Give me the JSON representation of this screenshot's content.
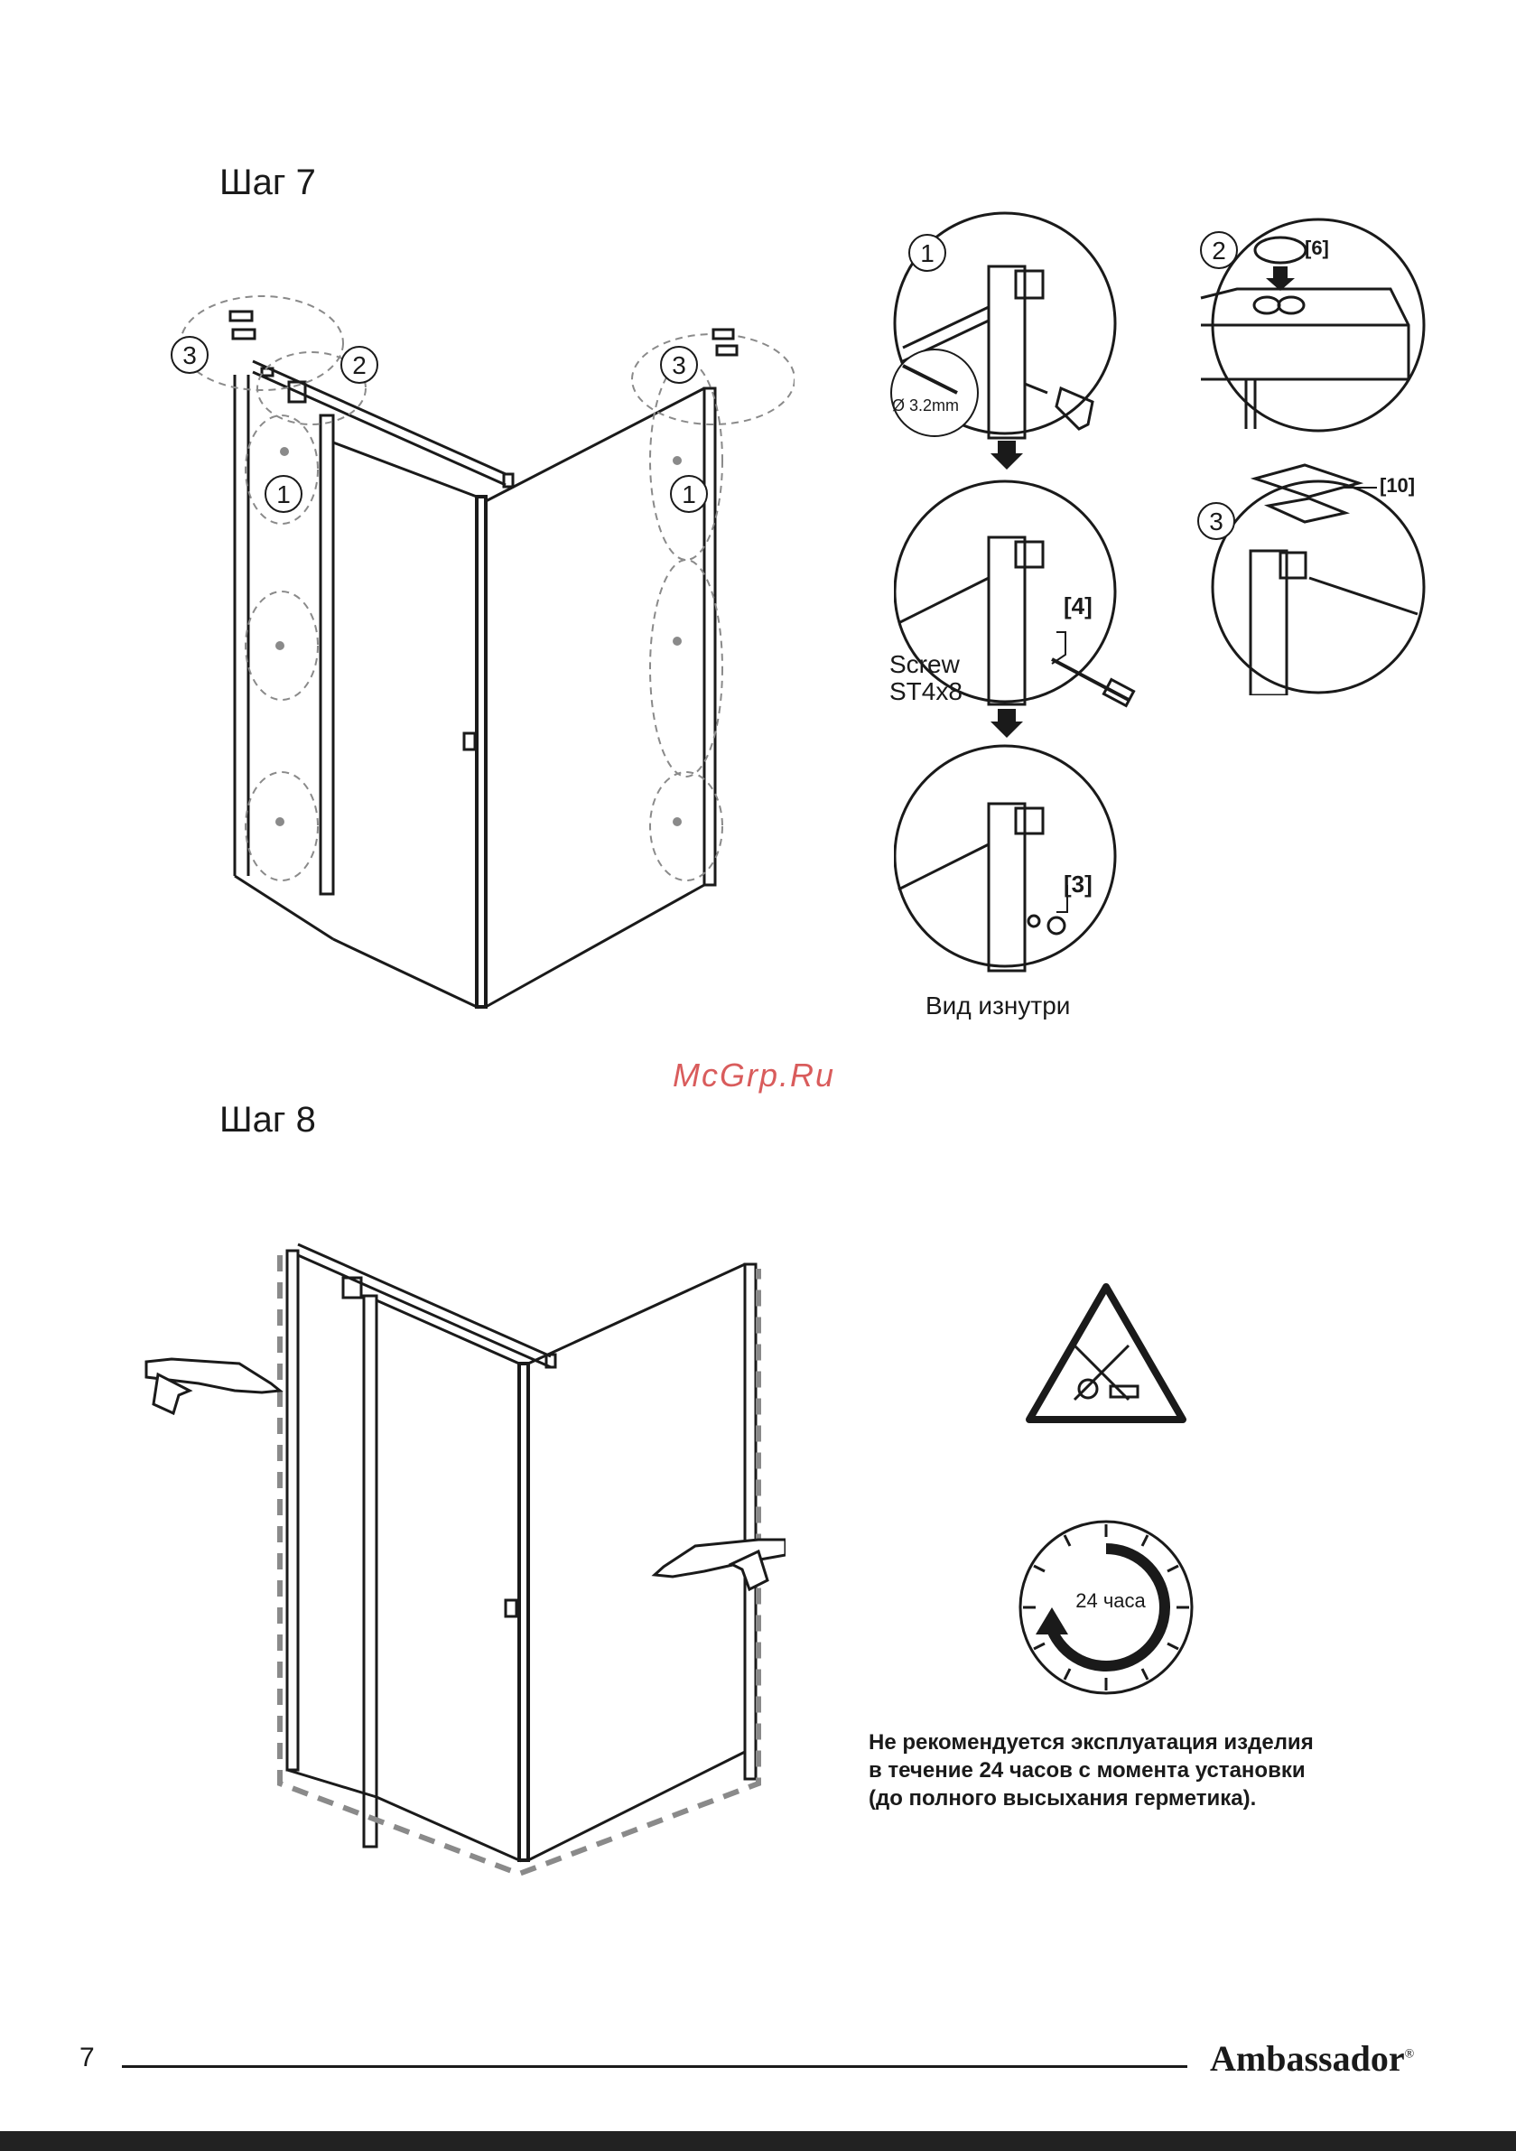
{
  "step7": {
    "title": "Шаг 7",
    "callouts": [
      "1",
      "2",
      "3"
    ],
    "parts": {
      "p6": "[6]",
      "p10": "[10]",
      "p4": "[4]",
      "p3": "[3]"
    },
    "drill_size": "Ø 3.2mm",
    "screw_line1": "Screw",
    "screw_line2": "ST4x8",
    "inside_view": "Вид изнутри"
  },
  "watermark": "McGrp.Ru",
  "step8": {
    "title": "Шаг 8",
    "timer": "24 часа",
    "warning_lines": [
      "Не рекомендуется эксплуатация изделия",
      "в течение 24 часов с момента установки",
      "(до полного высыхания герметика)."
    ]
  },
  "footer": {
    "page_number": "7",
    "brand": "Ambassador",
    "registered": "®"
  },
  "colors": {
    "ink": "#1a1a1a",
    "dash": "#8a8a8a",
    "watermark": "#d95c5c"
  }
}
